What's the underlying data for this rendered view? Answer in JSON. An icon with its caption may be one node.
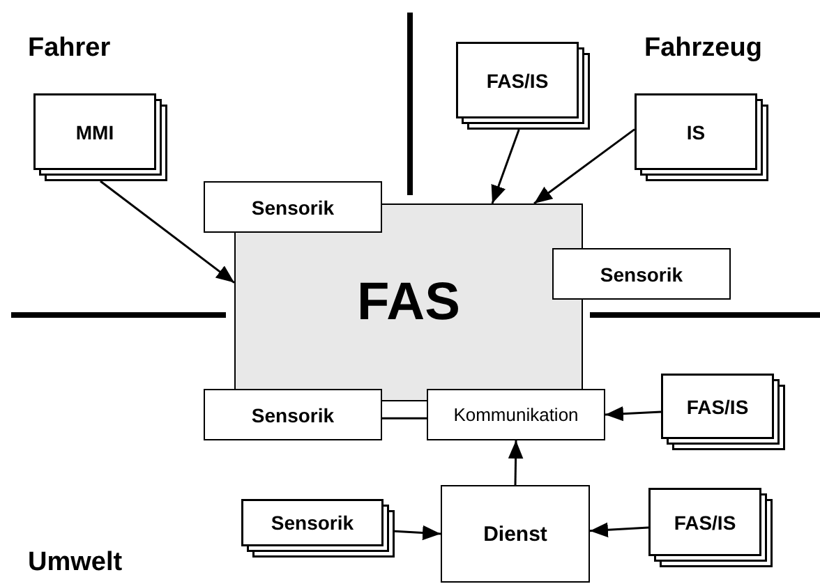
{
  "diagram": {
    "nodes": [
      {
        "text": [
          "MMI"
        ]
      },
      {
        "text": [
          "FAS/IS"
        ]
      },
      {
        "text": [
          "IS"
        ]
      },
      {
        "text": [
          "Sensorik"
        ]
      },
      {
        "text": [
          "FAS"
        ]
      },
      {
        "text": [
          "Sensorik"
        ]
      },
      {
        "text": [
          "Sensorik"
        ]
      },
      {
        "text": [
          "Kommunikation"
        ]
      },
      {
        "text": [
          "FAS/IS"
        ]
      },
      {
        "text": [
          "Sensorik"
        ]
      },
      {
        "text": [
          "Dienst"
        ]
      },
      {
        "text": [
          "FAS/IS"
        ]
      }
    ],
    "edges": [
      {
        "from": 0,
        "to": 4,
        "arrow": "to"
      },
      {
        "from": 1,
        "to": 4,
        "arrow": "to"
      },
      {
        "from": 2,
        "to": 4,
        "arrow": "to"
      },
      {
        "from": 6,
        "to": 7,
        "arrow": "none"
      },
      {
        "from": 8,
        "to": 7,
        "arrow": "to"
      },
      {
        "from": 10,
        "to": 7,
        "arrow": "to"
      },
      {
        "from": 9,
        "to": 10,
        "arrow": "to"
      },
      {
        "from": 11,
        "to": 10,
        "arrow": "to"
      }
    ],
    "labels": [
      "Fahrer",
      "Fahrzeug",
      "Umwelt"
    ]
  }
}
